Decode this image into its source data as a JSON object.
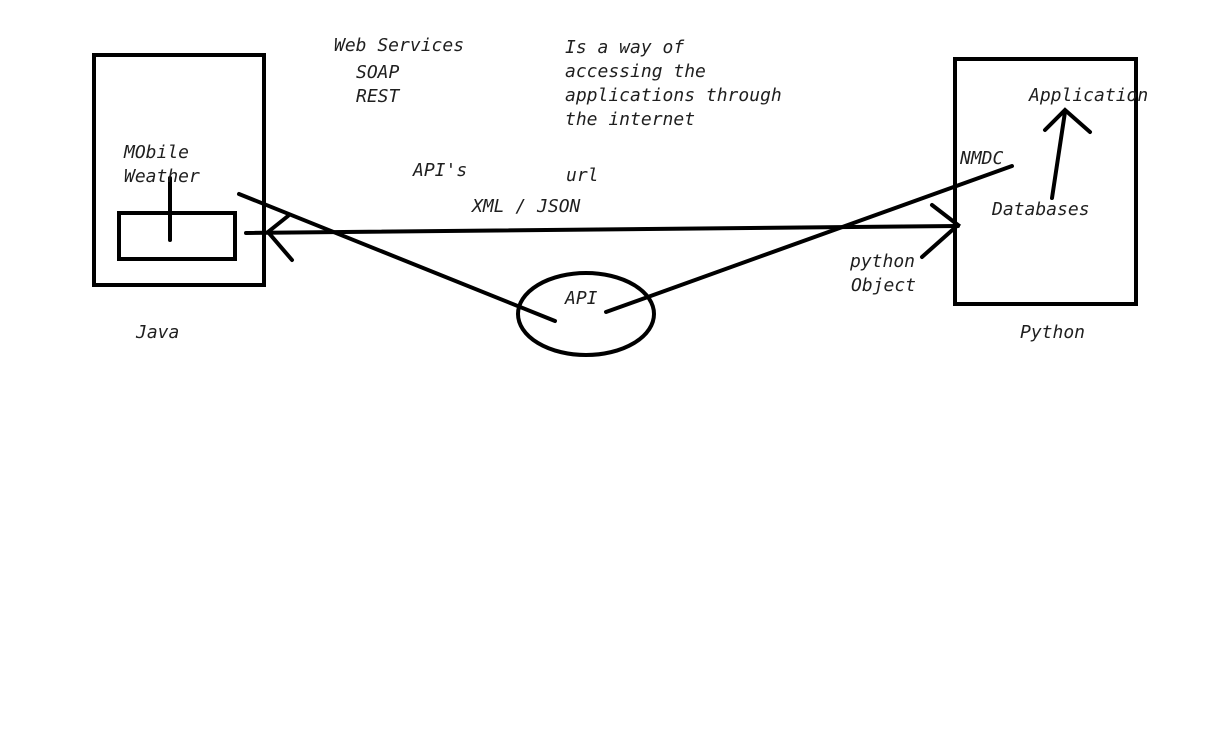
{
  "labels": {
    "web_services": "Web Services",
    "soap": "SOAP",
    "rest": "REST",
    "definition_line1": "Is a way of",
    "definition_line2": "accessing the",
    "definition_line3": "applications through",
    "definition_line4": "the internet",
    "mobile": "MObile",
    "weather": "Weather",
    "apis": "API's",
    "url": "url",
    "xml_json": "XML / JSON",
    "nmdc": "NMDC",
    "application": "Application",
    "databases": "Databases",
    "python_object_line1": "python",
    "python_object_line2": "Object",
    "api": "API",
    "java": "Java",
    "python": "Python"
  },
  "colors": {
    "ink": "#000000",
    "text": "#1f1f1f",
    "background": "#ffffff"
  }
}
